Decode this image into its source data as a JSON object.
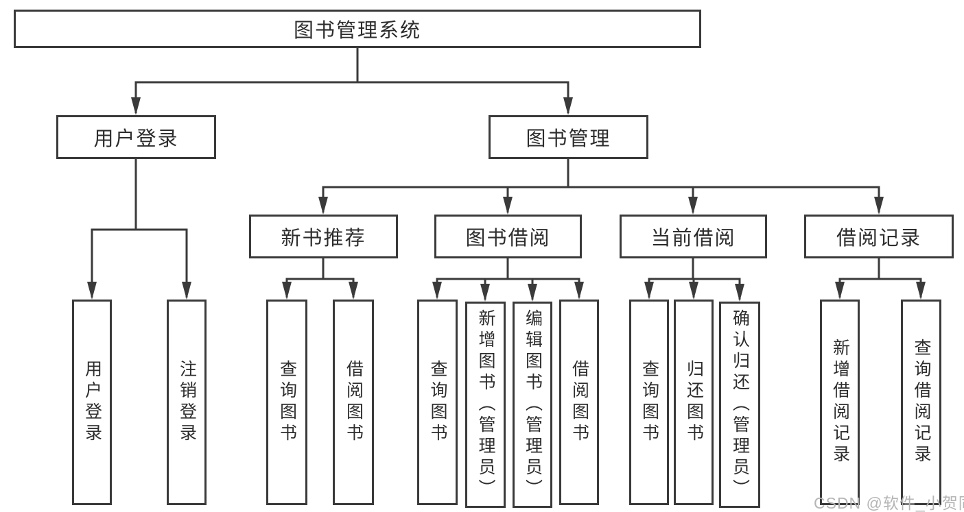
{
  "nodes": {
    "root": "图书管理系统",
    "user_login": "用户登录",
    "book_mgmt": "图书管理",
    "new_book_rec": "新书推荐",
    "book_borrow": "图书借阅",
    "current_borrow": "当前借阅",
    "borrow_record": "借阅记录",
    "leaf_user_login": "用户登录",
    "leaf_logout": "注销登录",
    "leaf_rec_query_book": "查询图书",
    "leaf_rec_borrow_book": "借阅图书",
    "leaf_bor_query_book": "查询图书",
    "leaf_bor_add_book": "新增图书（管理员）",
    "leaf_bor_edit_book": "编辑图书（管理员）",
    "leaf_bor_borrow_book": "借阅图书",
    "leaf_cur_query_book": "查询图书",
    "leaf_cur_return_book": "归还图书",
    "leaf_cur_confirm_return": "确认归还（管理员）",
    "leaf_record_add": "新增借阅记录",
    "leaf_record_query": "查询借阅记录"
  },
  "watermark": "CSDN @软件_小贺同学",
  "colors": {
    "line": "#3a3a3a",
    "ink": "#2d2d2d",
    "watermark": "#b5b5b5",
    "background": "#ffffff"
  }
}
